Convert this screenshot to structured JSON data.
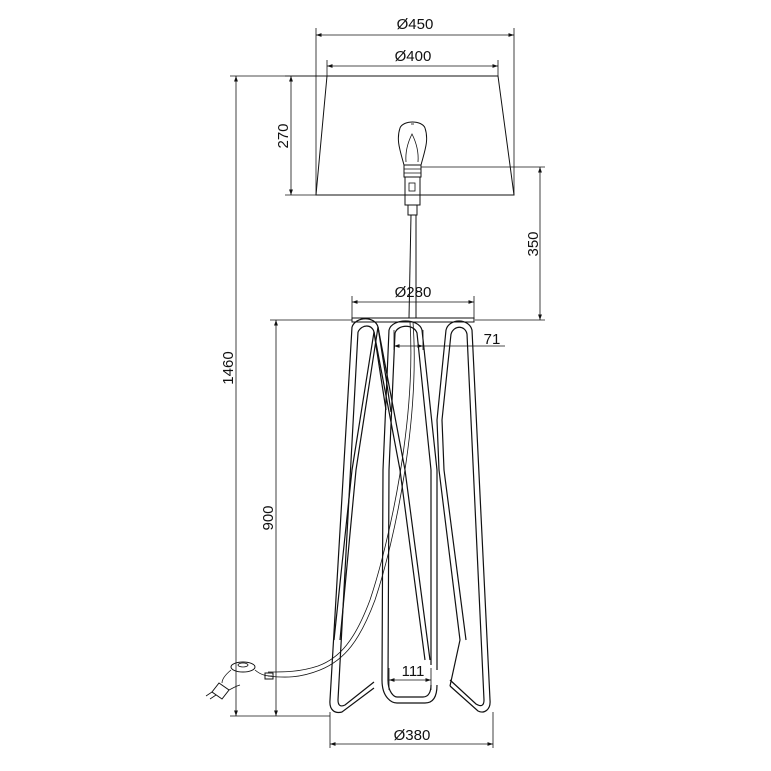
{
  "dimensions": {
    "shade_outer_diameter": "Ø450",
    "shade_inner_diameter": "Ø400",
    "shade_height": "270",
    "stem_height": "350",
    "top_plate_diameter": "Ø280",
    "leg_tube_width": "71",
    "total_height": "1460",
    "base_height": "900",
    "leg_inner_gap": "111",
    "base_diameter": "Ø380"
  },
  "colors": {
    "stroke": "#111111",
    "background": "#ffffff"
  }
}
